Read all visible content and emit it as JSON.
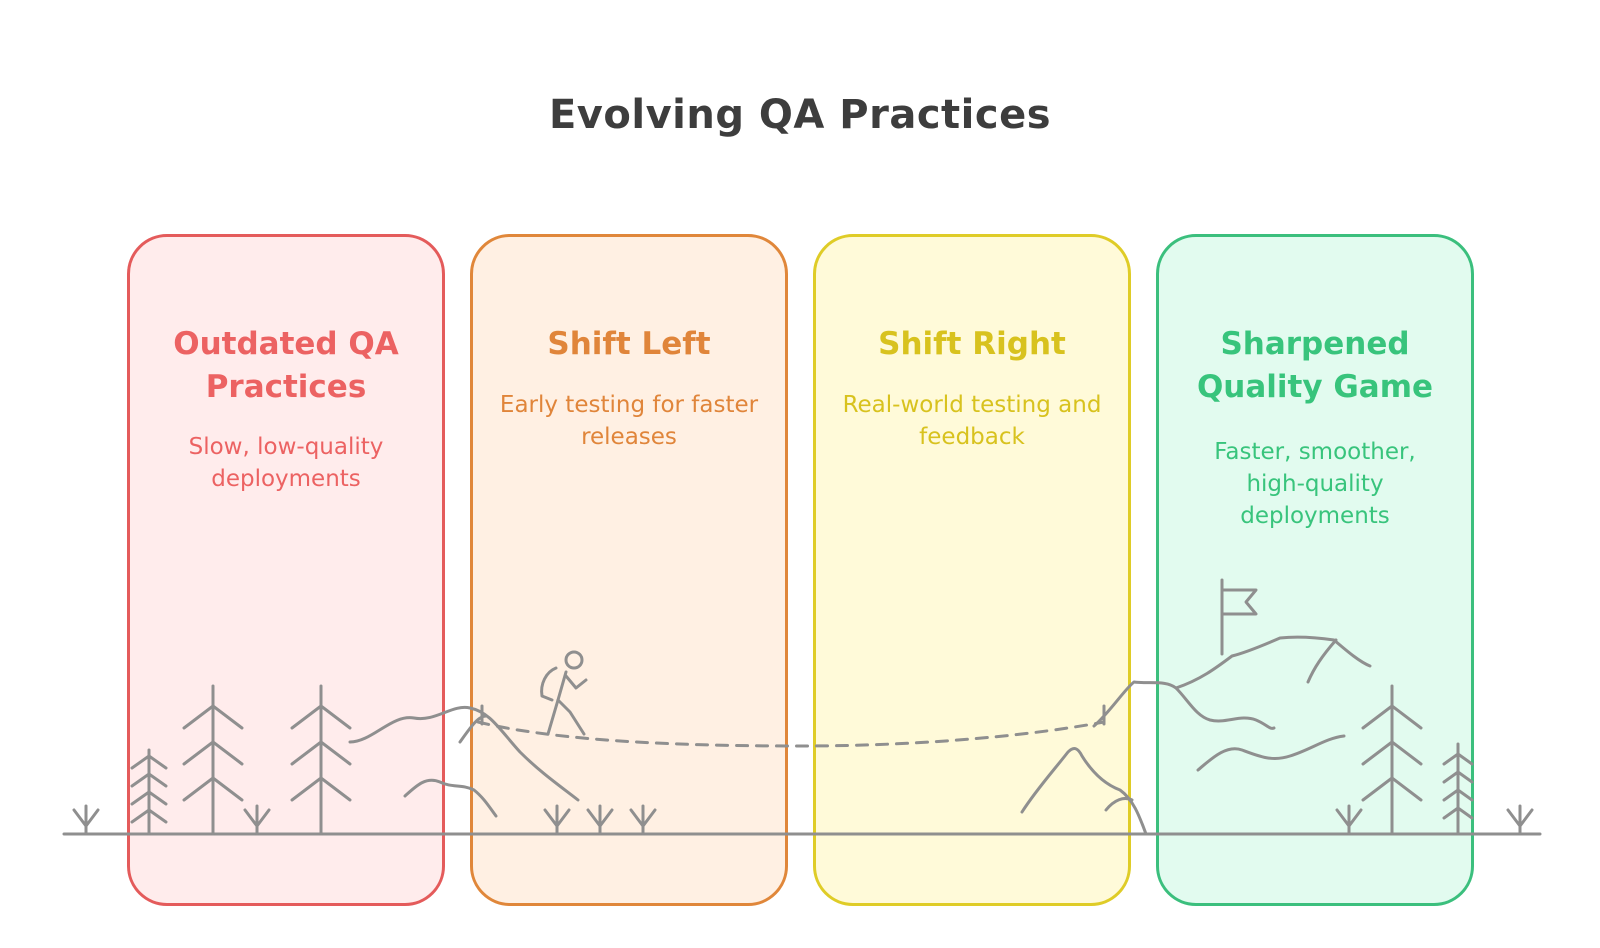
{
  "title": "Evolving QA Practices",
  "stages": [
    {
      "title": "Outdated QA Practices",
      "description": "Slow, low-quality deployments",
      "color": "#e45b5b"
    },
    {
      "title": "Shift Left",
      "description": "Early testing for faster releases",
      "color": "#e0873a"
    },
    {
      "title": "Shift Right",
      "description": "Real-world testing and feedback",
      "color": "#dfcc27"
    },
    {
      "title": "Sharpened Quality Game",
      "description": "Faster, smoother, high-quality deployments",
      "color": "#3bbf7d"
    }
  ],
  "icons": [
    "tree-icon",
    "grass-icon",
    "hill-icon",
    "hiker-icon",
    "mountain-icon",
    "flag-icon",
    "path-icon"
  ]
}
